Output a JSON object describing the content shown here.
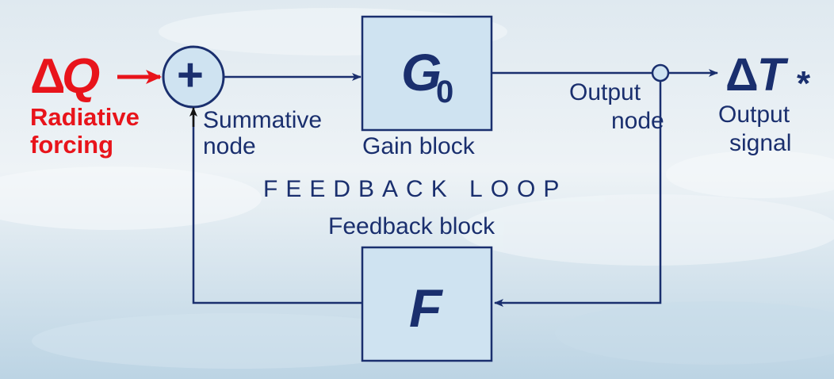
{
  "input": {
    "delta": "Δ",
    "variable": "Q",
    "label_line1": "Radiative",
    "label_line2": "forcing"
  },
  "summative_node": {
    "symbol": "+",
    "label_line1": "Summative",
    "label_line2": "node"
  },
  "gain_block": {
    "symbol": "G",
    "subscript": "0",
    "label": "Gain block"
  },
  "output_node": {
    "label_line1": "Output",
    "label_line2": "node"
  },
  "output": {
    "delta": "Δ",
    "variable": "T",
    "marker": "*",
    "label_line1": "Output",
    "label_line2": "signal"
  },
  "loop": {
    "title": "FEEDBACK LOOP"
  },
  "feedback_block": {
    "symbol": "F",
    "label": "Feedback block"
  },
  "colors": {
    "input_red": "#e8141b",
    "line_navy": "#1a2f6e",
    "block_fill": "#cfe3f1",
    "sky_light": "#e9f1f6",
    "sky_blue": "#b9d2e2"
  }
}
